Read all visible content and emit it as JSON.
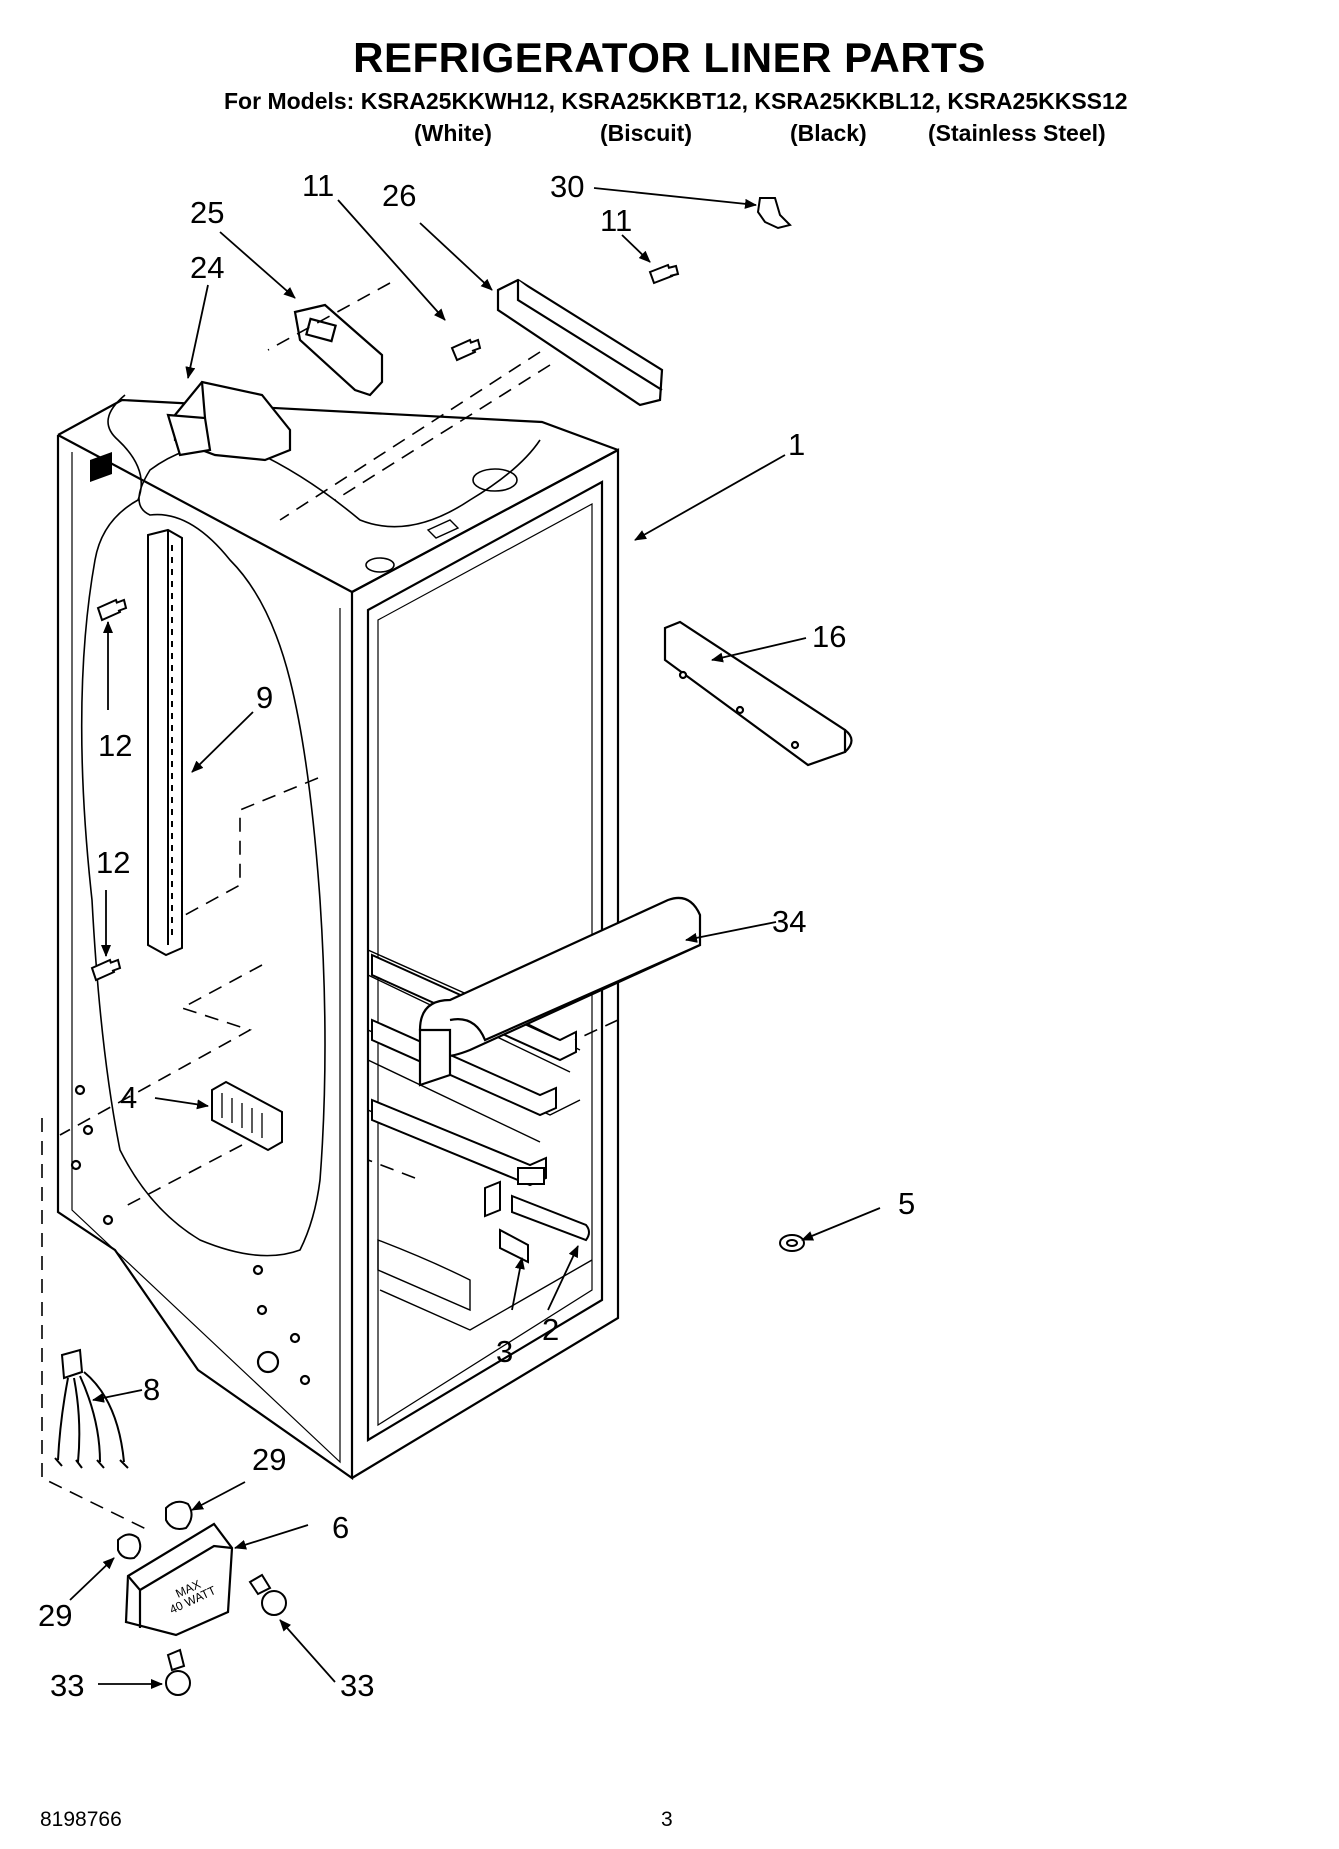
{
  "title": "REFRIGERATOR LINER PARTS",
  "models_line": "For Models: KSRA25KKWH12, KSRA25KKBT12, KSRA25KKBL12, KSRA25KKSS12",
  "variants": [
    "(White)",
    "(Biscuit)",
    "(Black)",
    "(Stainless Steel)"
  ],
  "callouts": [
    "11",
    "26",
    "30",
    "11",
    "25",
    "24",
    "1",
    "16",
    "9",
    "12",
    "12",
    "34",
    "4",
    "5",
    "3",
    "2",
    "8",
    "29",
    "6",
    "29",
    "33",
    "33"
  ],
  "lamp_cover_text": [
    "MAX",
    "40 WATT"
  ],
  "footer": {
    "doc_number": "8198766",
    "page_number": "3"
  }
}
